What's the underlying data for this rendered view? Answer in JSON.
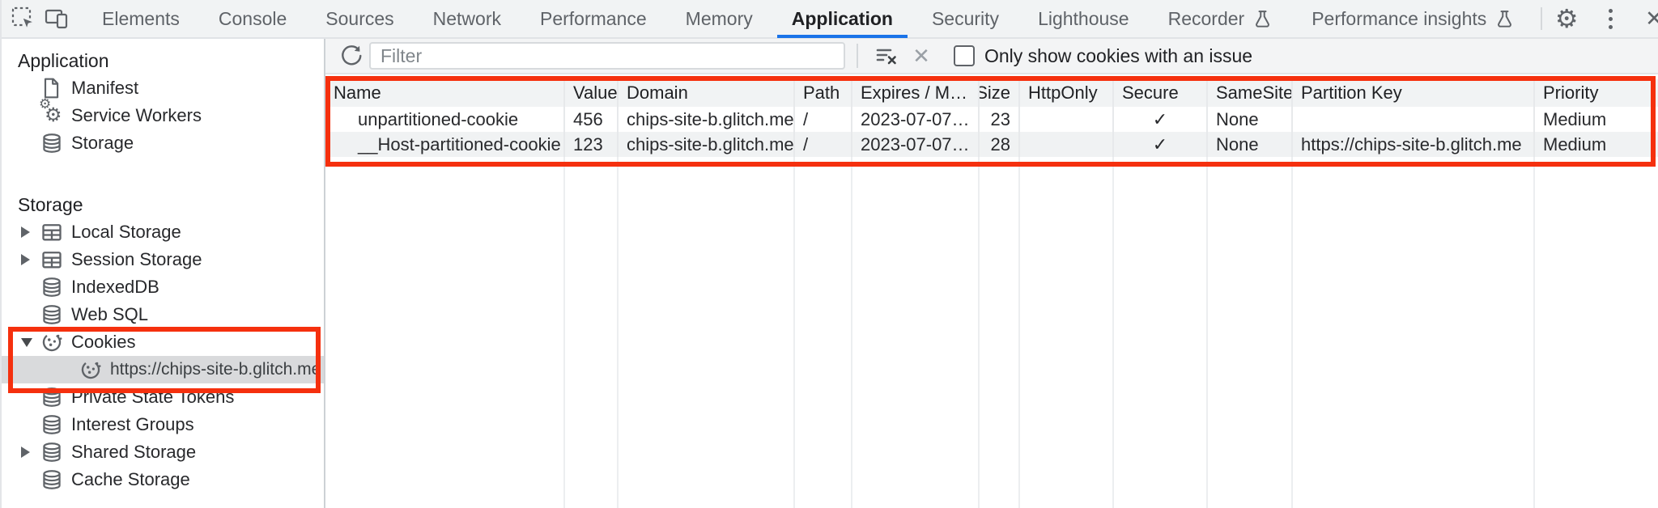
{
  "tabbar": {
    "active_tab": "Application",
    "tabs": [
      {
        "label": "Elements"
      },
      {
        "label": "Console"
      },
      {
        "label": "Sources"
      },
      {
        "label": "Network"
      },
      {
        "label": "Performance"
      },
      {
        "label": "Memory"
      },
      {
        "label": "Application"
      },
      {
        "label": "Security"
      },
      {
        "label": "Lighthouse"
      },
      {
        "label": "Recorder",
        "flask": true
      },
      {
        "label": "Performance insights",
        "flask": true
      }
    ]
  },
  "toolbar": {
    "filter_placeholder": "Filter",
    "filter_value": "",
    "checkbox_label": "Only show cookies with an issue",
    "checkbox_checked": false
  },
  "sidebar": {
    "sections": [
      {
        "title": "Application",
        "items": [
          {
            "label": "Manifest",
            "icon": "file"
          },
          {
            "label": "Service Workers",
            "icon": "gears"
          },
          {
            "label": "Storage",
            "icon": "database"
          }
        ]
      },
      {
        "title": "Storage",
        "items": [
          {
            "label": "Local Storage",
            "icon": "table",
            "expander": "collapsed"
          },
          {
            "label": "Session Storage",
            "icon": "table",
            "expander": "collapsed"
          },
          {
            "label": "IndexedDB",
            "icon": "database"
          },
          {
            "label": "Web SQL",
            "icon": "database"
          },
          {
            "label": "Cookies",
            "icon": "cookie",
            "expander": "expanded",
            "annotated": true
          },
          {
            "label": "https://chips-site-b.glitch.me",
            "icon": "cookie",
            "child": true,
            "selected": true,
            "annotated": true
          },
          {
            "label": "Private State Tokens",
            "icon": "database"
          },
          {
            "label": "Interest Groups",
            "icon": "database"
          },
          {
            "label": "Shared Storage",
            "icon": "database",
            "expander": "collapsed"
          },
          {
            "label": "Cache Storage",
            "icon": "database"
          }
        ]
      }
    ]
  },
  "cookie_table": {
    "columns": [
      "Name",
      "Value",
      "Domain",
      "Path",
      "Expires / M…",
      "Size",
      "HttpOnly",
      "Secure",
      "SameSite",
      "Partition Key",
      "Priority"
    ],
    "rows": [
      [
        "unpartitioned-cookie",
        "456",
        "chips-site-b.glitch.me",
        "/",
        "2023-07-07…",
        "23",
        "",
        "✓",
        "None",
        "",
        "Medium"
      ],
      [
        "__Host-partitioned-cookie",
        "123",
        "chips-site-b.glitch.me",
        "/",
        "2023-07-07…",
        "28",
        "",
        "✓",
        "None",
        "https://chips-site-b.glitch.me",
        "Medium"
      ]
    ]
  },
  "annotations": {
    "color": "#f5300e",
    "regions": [
      "cookies-sidebar-group",
      "cookie-table"
    ]
  },
  "colors": {
    "accent": "#1a73e8",
    "toolbar_bg": "#f1f3f4",
    "selected_row_bg": "#d9dadc",
    "alt_row_bg": "#f0f2f3",
    "text": "#202124",
    "muted_text": "#5f6368"
  }
}
